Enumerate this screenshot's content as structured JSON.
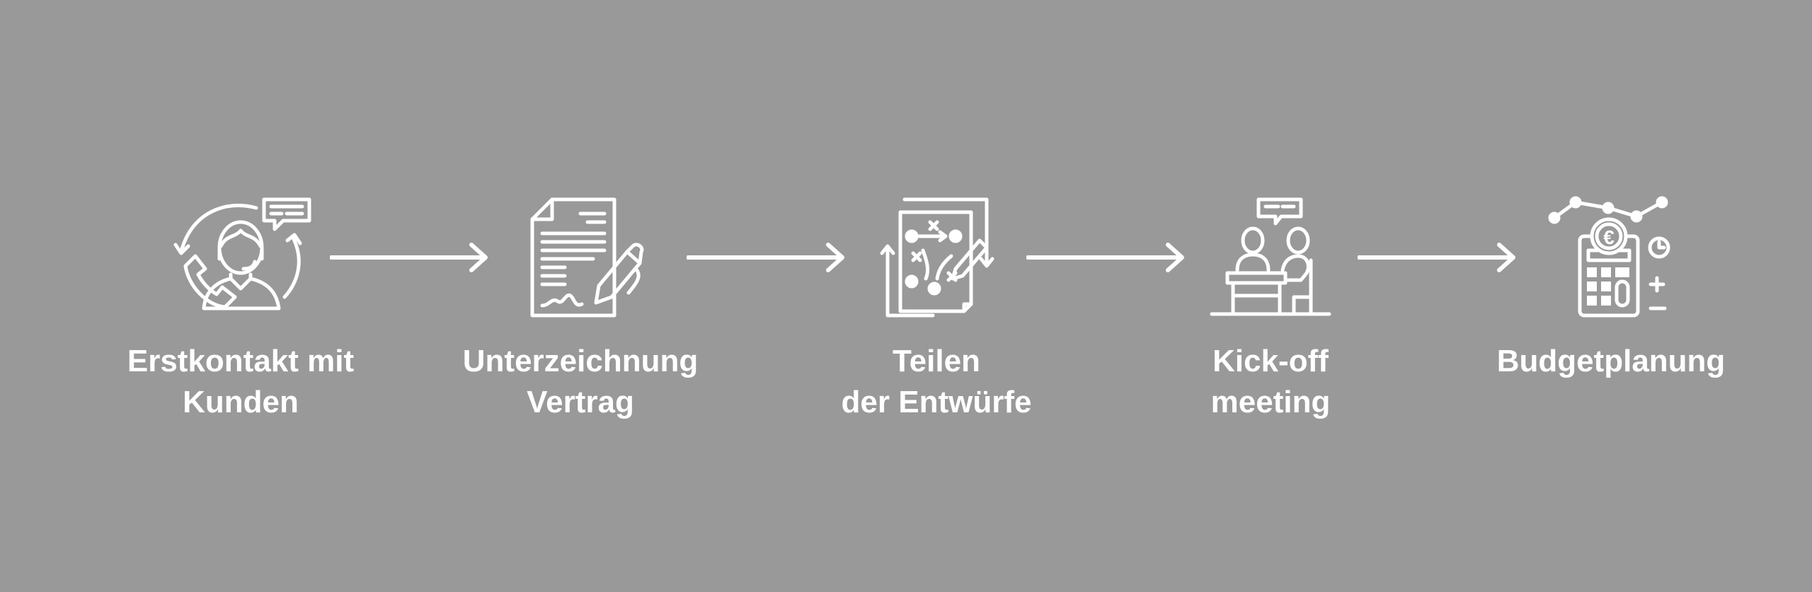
{
  "diagram": {
    "background": "#999999",
    "foreground": "#ffffff",
    "steps": [
      {
        "icon": "customer-call-icon",
        "lines": [
          "Erstkontakt mit",
          "Kunden"
        ]
      },
      {
        "icon": "contract-signing-icon",
        "lines": [
          "Unterzeichnung",
          "Vertrag"
        ]
      },
      {
        "icon": "strategy-plan-icon",
        "lines": [
          "Teilen",
          "der Entwürfe"
        ]
      },
      {
        "icon": "meeting-icon",
        "lines": [
          "Kick-off",
          "meeting"
        ]
      },
      {
        "icon": "budget-calculator-icon",
        "lines": [
          "Budgetplanung"
        ]
      }
    ],
    "euro_symbol": "€"
  }
}
